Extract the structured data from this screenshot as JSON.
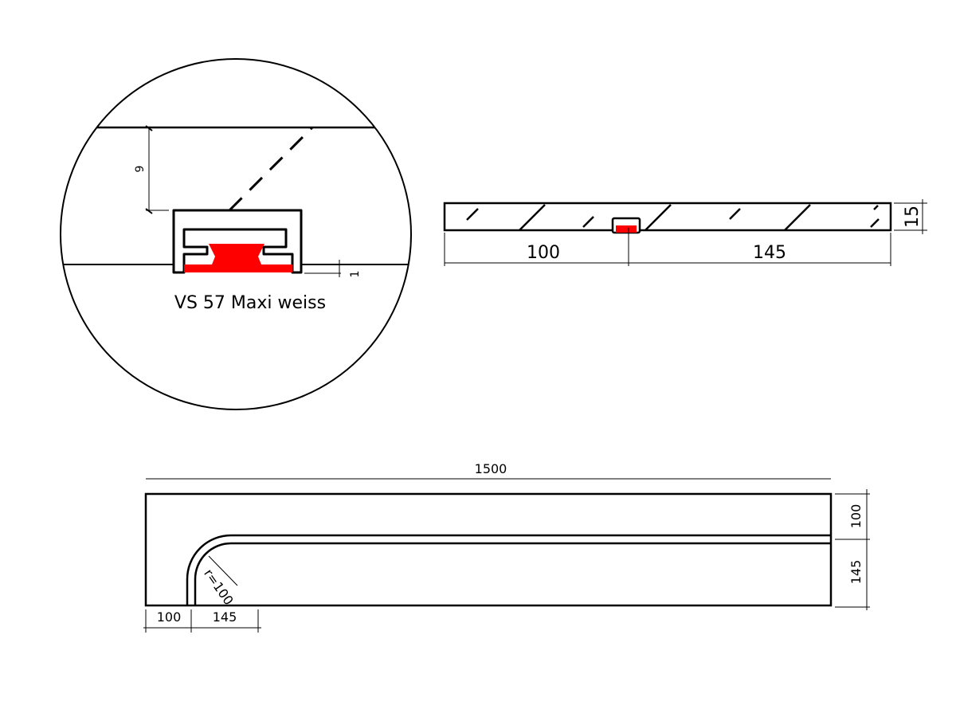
{
  "detail_view": {
    "label": "VS 57 Maxi weiss",
    "dim_depth": "9",
    "dim_offset": "1",
    "profile_color": "#ff0000"
  },
  "section_view": {
    "dim_left": "100",
    "dim_right": "145",
    "dim_thickness": "15"
  },
  "plan_view": {
    "dim_length": "1500",
    "dim_top": "100",
    "dim_bottom": "145",
    "dim_bottom_left": "100",
    "dim_bottom_mid": "145",
    "radius_label": "r=100"
  }
}
